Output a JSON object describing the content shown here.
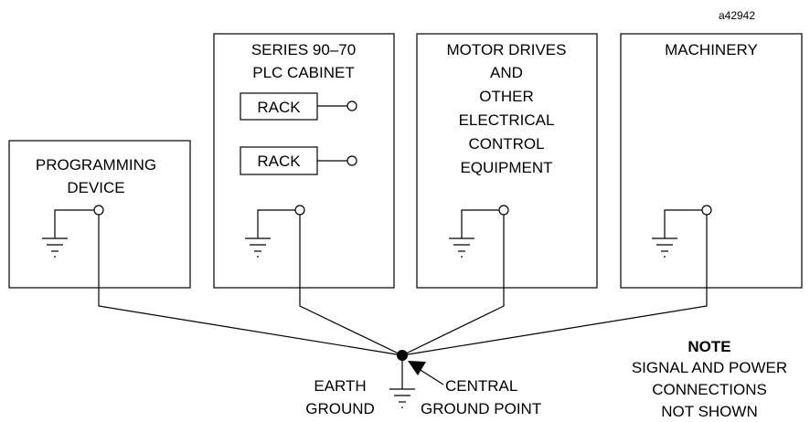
{
  "figure_ref": "a42942",
  "programming_device": {
    "line1": "PROGRAMMING",
    "line2": "DEVICE"
  },
  "plc_cabinet": {
    "line1": "SERIES 90–70",
    "line2": "PLC CABINET",
    "rack1": "RACK",
    "rack2": "RACK"
  },
  "motor_drives": {
    "line1": "MOTOR DRIVES",
    "line2": "AND",
    "line3": "OTHER",
    "line4": "ELECTRICAL",
    "line5": "CONTROL",
    "line6": "EQUIPMENT"
  },
  "machinery": {
    "line1": "MACHINERY"
  },
  "earth_ground": {
    "line1": "EARTH",
    "line2": "GROUND"
  },
  "central_ground": {
    "line1": "CENTRAL",
    "line2": "GROUND POINT"
  },
  "note": {
    "title": "NOTE",
    "line1": "SIGNAL AND POWER",
    "line2": "CONNECTIONS",
    "line3": "NOT SHOWN"
  }
}
